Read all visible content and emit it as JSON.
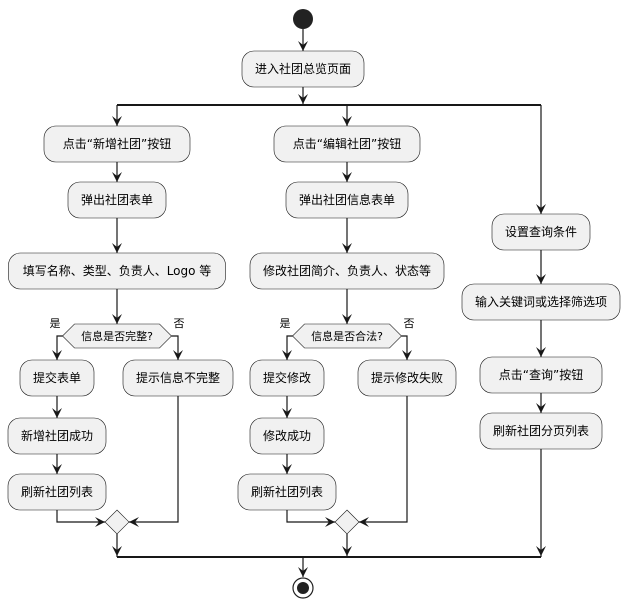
{
  "diagram": {
    "type": "activity",
    "start": {
      "id": "start"
    },
    "end": {
      "id": "end"
    },
    "colors": {
      "node_fill": "#f1f1f1",
      "line": "#181818",
      "text": "#000000"
    },
    "entry": {
      "id": "n_entry",
      "text": "进入社团总览页面"
    },
    "branches": [
      {
        "id": "add",
        "steps": [
          {
            "id": "a1",
            "text": "点击“新增社团”按钮"
          },
          {
            "id": "a2",
            "text": "弹出社团表单"
          },
          {
            "id": "a3",
            "text": "填写名称、类型、负责人、Logo 等"
          }
        ],
        "decision": {
          "id": "d_add",
          "text": "信息是否完整?",
          "yes_label": "是",
          "no_label": "否",
          "yes_steps": [
            {
              "id": "a4",
              "text": "提交表单"
            },
            {
              "id": "a5",
              "text": "新增社团成功"
            },
            {
              "id": "a6",
              "text": "刷新社团列表"
            }
          ],
          "no_steps": [
            {
              "id": "a7",
              "text": "提示信息不完整"
            }
          ]
        }
      },
      {
        "id": "edit",
        "steps": [
          {
            "id": "e1",
            "text": "点击“编辑社团”按钮"
          },
          {
            "id": "e2",
            "text": "弹出社团信息表单"
          },
          {
            "id": "e3",
            "text": "修改社团简介、负责人、状态等"
          }
        ],
        "decision": {
          "id": "d_edit",
          "text": "信息是否合法?",
          "yes_label": "是",
          "no_label": "否",
          "yes_steps": [
            {
              "id": "e4",
              "text": "提交修改"
            },
            {
              "id": "e5",
              "text": "修改成功"
            },
            {
              "id": "e6",
              "text": "刷新社团列表"
            }
          ],
          "no_steps": [
            {
              "id": "e7",
              "text": "提示修改失败"
            }
          ]
        }
      },
      {
        "id": "query",
        "steps": [
          {
            "id": "q1",
            "text": "设置查询条件"
          },
          {
            "id": "q2",
            "text": "输入关键词或选择筛选项"
          },
          {
            "id": "q3",
            "text": "点击“查询”按钮"
          },
          {
            "id": "q4",
            "text": "刷新社团分页列表"
          }
        ]
      }
    ]
  }
}
